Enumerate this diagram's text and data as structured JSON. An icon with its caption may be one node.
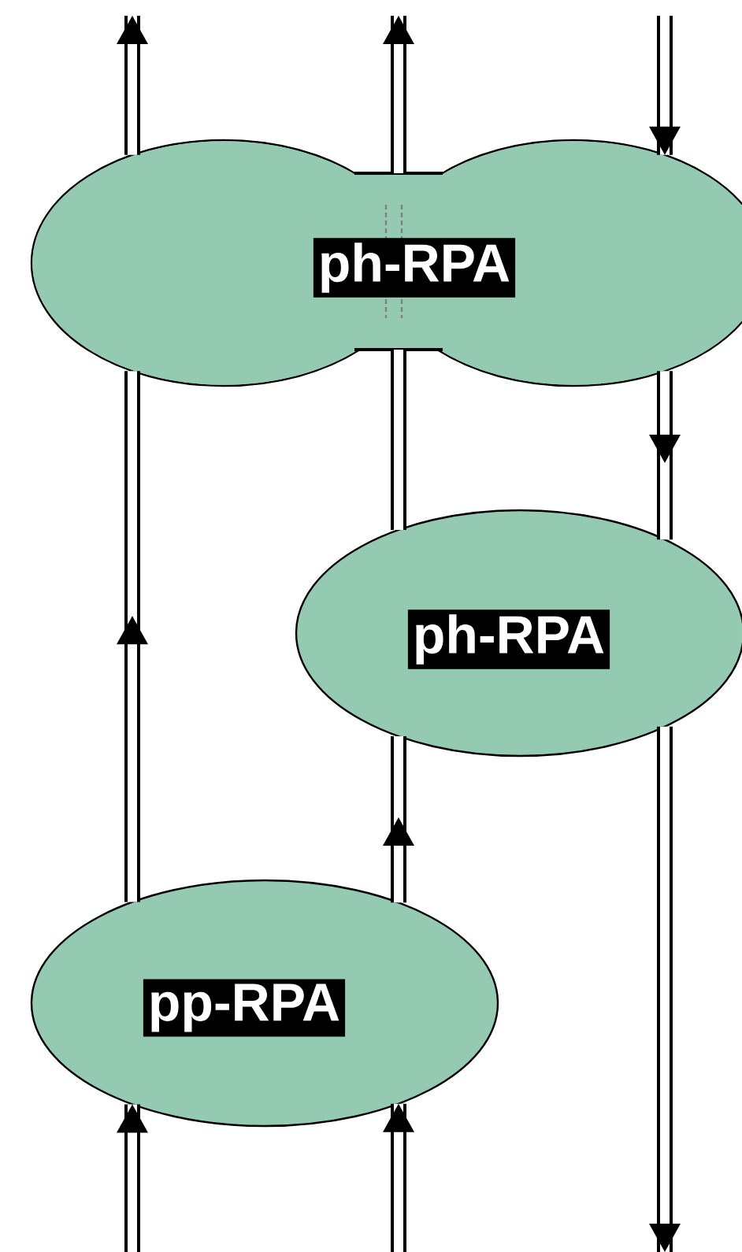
{
  "diagram": {
    "nodes": [
      {
        "text": [
          "ph-RPA"
        ]
      },
      {
        "text": [
          "ph-RPA"
        ]
      },
      {
        "text": [
          "pp-RPA"
        ]
      }
    ],
    "edges": [
      {
        "from": null,
        "to": 2,
        "arrow": "to"
      },
      {
        "from": 2,
        "to": 0,
        "arrow": "to"
      },
      {
        "from": 0,
        "to": null,
        "arrow": "to"
      },
      {
        "from": null,
        "to": 2,
        "arrow": "to"
      },
      {
        "from": 2,
        "to": 1,
        "arrow": "to"
      },
      {
        "from": 1,
        "to": 0,
        "arrow": "none"
      },
      {
        "from": 0,
        "to": null,
        "arrow": "to"
      },
      {
        "from": null,
        "to": 0,
        "arrow": "to"
      },
      {
        "from": 0,
        "to": 1,
        "arrow": "to"
      },
      {
        "from": 1,
        "to": null,
        "arrow": "to"
      }
    ]
  }
}
